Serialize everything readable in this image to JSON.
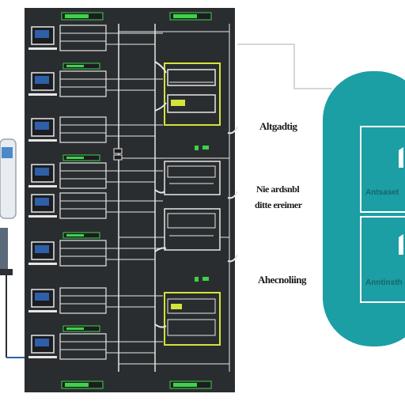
{
  "labels": {
    "top": "Altgadtig",
    "middle_line1": "Nie ardsnbl",
    "middle_line2": "ditte ereimer",
    "bottom": "Ahecnoliing"
  },
  "cloud_tiles": [
    {
      "label": "Antsaset"
    },
    {
      "label": "Anntinsth"
    }
  ],
  "colors": {
    "rack_background": "#2a2d30",
    "rack_line": "#e6e6e6",
    "status_green": "#3fd14a",
    "monitor_blue": "#2f5fa8",
    "highlight_yellow": "#d6e23a",
    "cloud_teal": "#1c9ea5",
    "connector_gray": "#c9c9c9"
  }
}
